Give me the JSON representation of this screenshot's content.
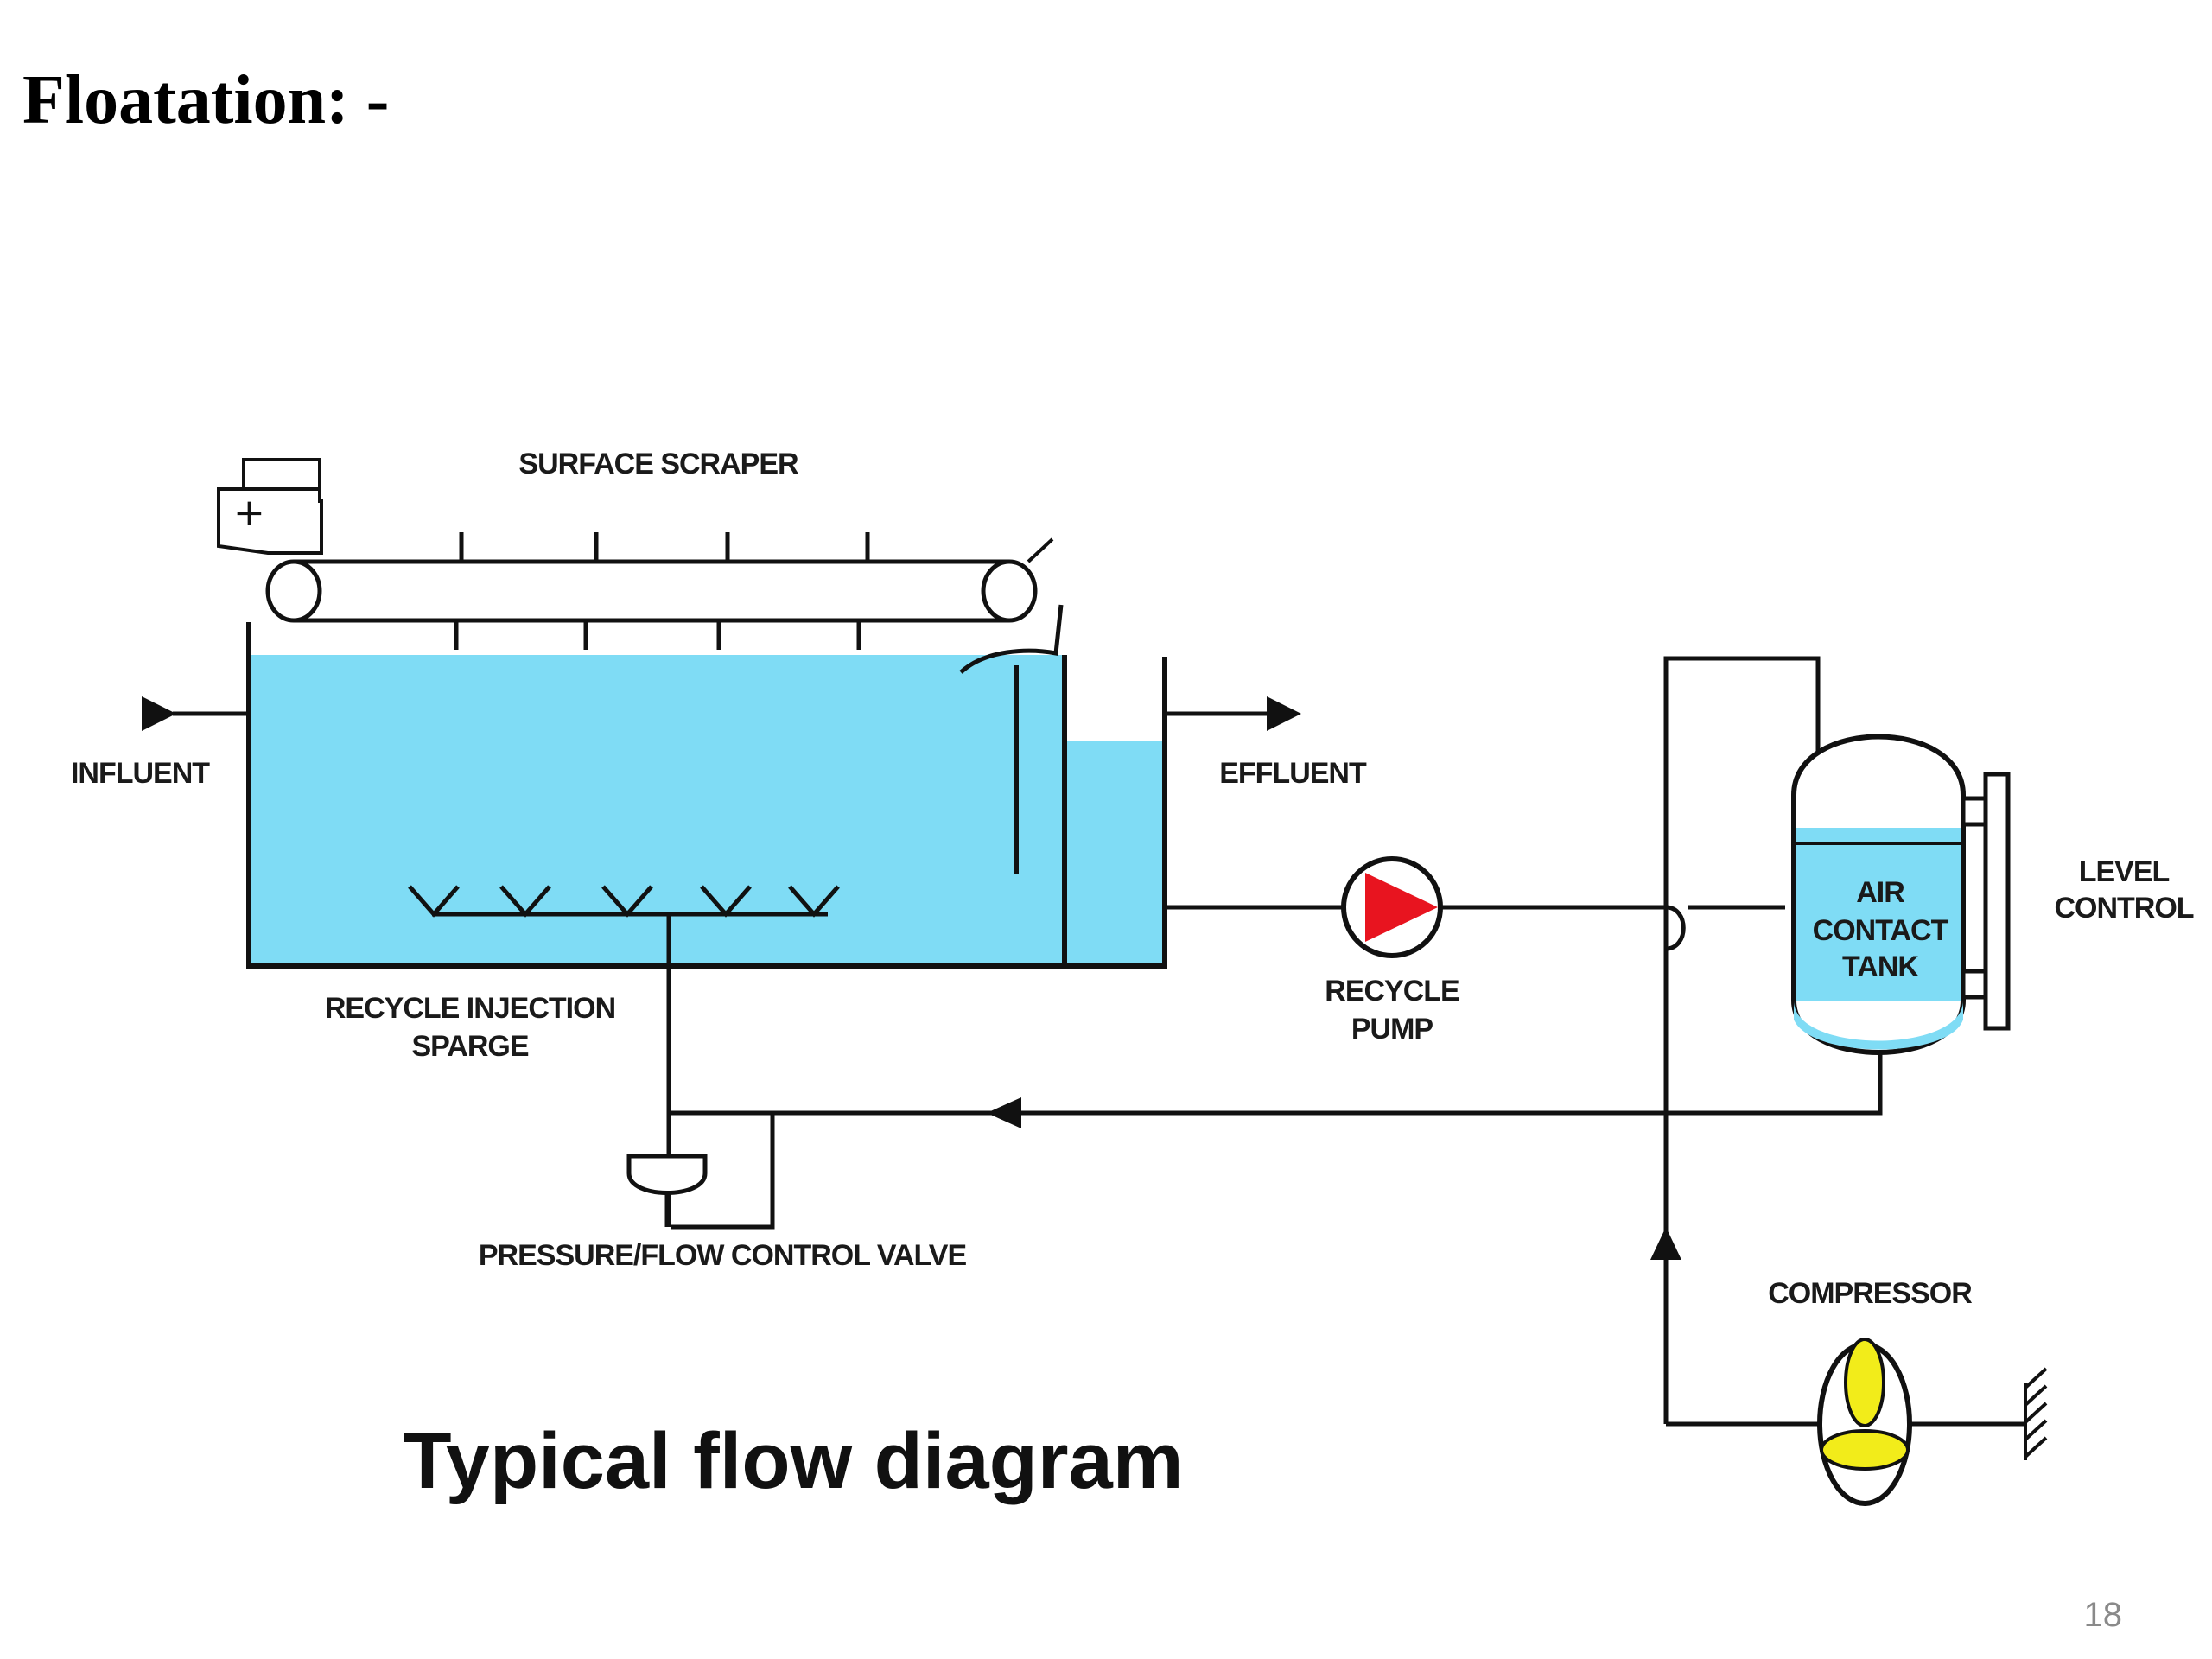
{
  "title": "Floatation: -",
  "caption": "Typical flow diagram",
  "page_number": "18",
  "labels": {
    "surface_scraper": "SURFACE SCRAPER",
    "influent": "INFLUENT",
    "effluent": "EFFLUENT",
    "recycle_injection_line1": "RECYCLE INJECTION",
    "recycle_injection_line2": "SPARGE",
    "recycle_pump_line1": "RECYCLE",
    "recycle_pump_line2": "PUMP",
    "air_contact_line1": "AIR",
    "air_contact_line2": "CONTACT",
    "air_contact_line3": "TANK",
    "level_control_line1": "LEVEL",
    "level_control_line2": "CONTROL",
    "pressure_valve": "PRESSURE/FLOW CONTROL VALVE",
    "compressor": "COMPRESSOR"
  },
  "colors": {
    "water": "#7fdcf5",
    "pump": "#e8141f",
    "compressor": "#f2ec1a",
    "line": "#111111"
  }
}
